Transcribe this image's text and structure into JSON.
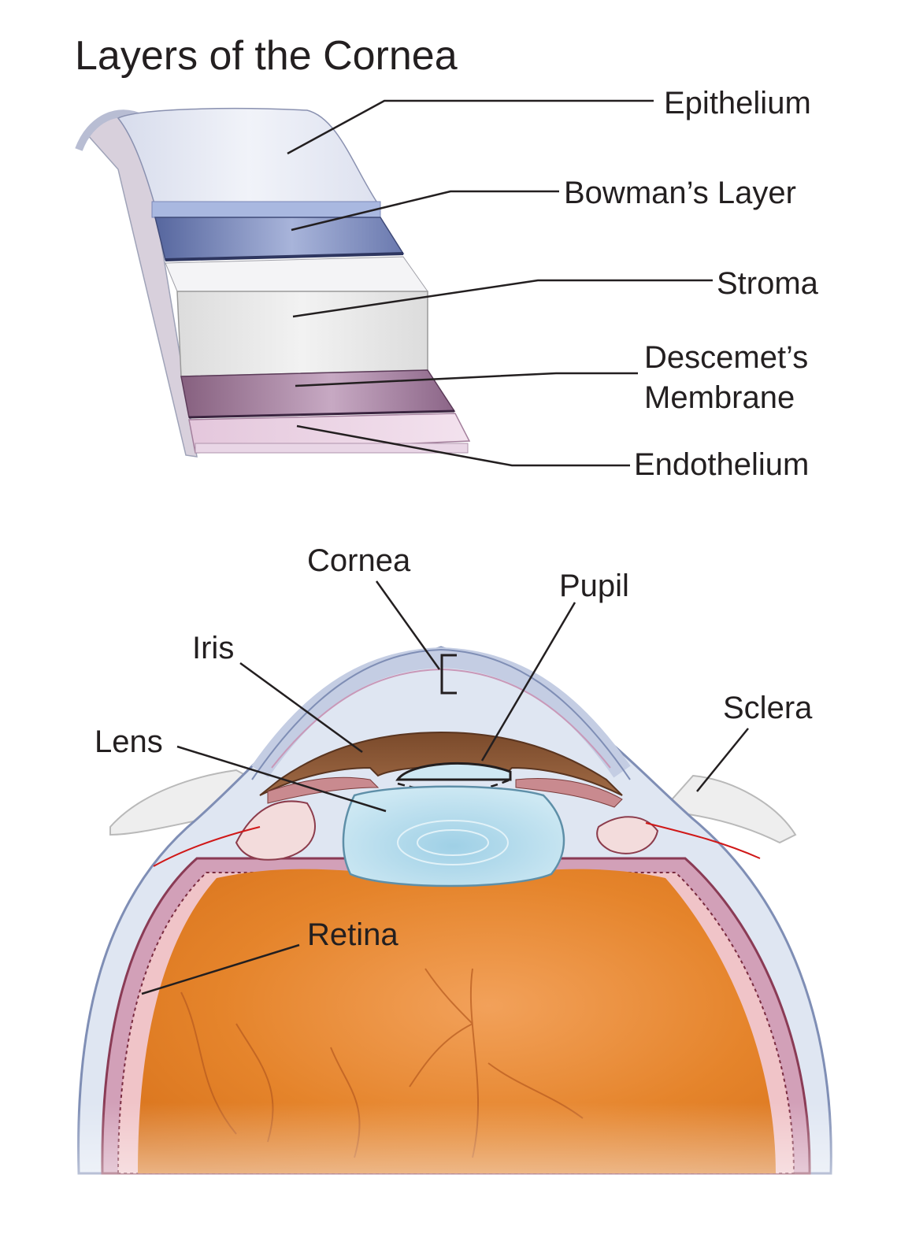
{
  "title": "Layers of the Cornea",
  "cornea_layers": {
    "epithelium": "Epithelium",
    "bowmans_layer": "Bowman’s Layer",
    "stroma": "Stroma",
    "descemets_line1": "Descemet’s",
    "descemets_line2": "Membrane",
    "endothelium": "Endothelium"
  },
  "eye_parts": {
    "cornea": "Cornea",
    "pupil": "Pupil",
    "iris": "Iris",
    "sclera": "Sclera",
    "lens": "Lens",
    "retina": "Retina"
  },
  "colors": {
    "epithelium": "#e4e8f3",
    "bowmans_layer": "#6f7fb5",
    "stroma": "#e9e9e9",
    "descemets_membrane": "#9a7398",
    "endothelium": "#ecd5e6",
    "iris": "#8a5a38",
    "lens": "#bfe0ef",
    "vitreous": "#e8862e",
    "sclera": "#dfe6f2",
    "skin": "#ececec"
  }
}
